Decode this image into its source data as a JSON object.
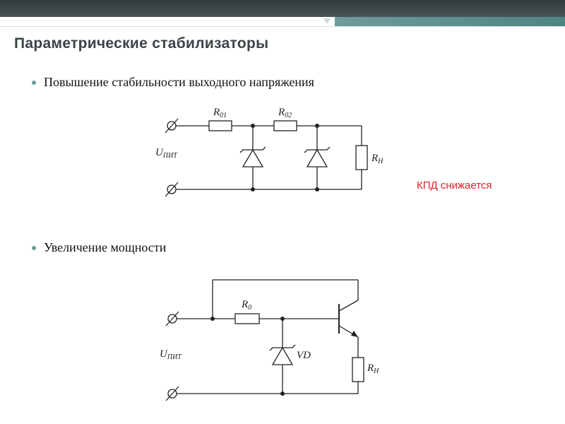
{
  "slide": {
    "title": "Параметрические стабилизаторы",
    "bullets": [
      "Повышение стабильности выходного напряжения",
      "Увеличение мощности"
    ],
    "note": "КПД снижается"
  },
  "circuit1": {
    "source_label": "U",
    "source_sub": "ПИТ",
    "r1_label": "R",
    "r1_sub": "01",
    "r2_label": "R",
    "r2_sub": "02",
    "load_label": "R",
    "load_sub": "Н"
  },
  "circuit2": {
    "source_label": "U",
    "source_sub": "ПИТ",
    "r0_label": "R",
    "r0_sub": "0",
    "diode_label": "VD",
    "load_label": "R",
    "load_sub": "Н"
  }
}
